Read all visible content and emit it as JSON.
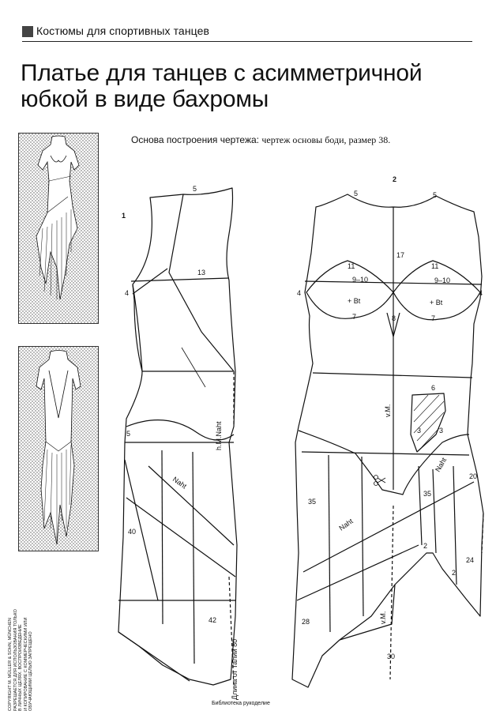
{
  "header": {
    "section": "Костюмы для спортивных танцев"
  },
  "title": {
    "line1": "Платье для танцев с асимметричной",
    "line2": "юбкой в виде бахромы"
  },
  "subtitle": {
    "label": "Основа построения чертежа:",
    "value": "чертеж основы боди, размер 38."
  },
  "drawing1": {
    "number": "1",
    "labels": {
      "shoulder": "5",
      "yoke": "13",
      "side": "4",
      "hip": "5",
      "seam_h": "h.M.Naht",
      "seam": "Naht",
      "len40": "40",
      "len42": "42",
      "waist": "Длина от талии 80"
    }
  },
  "drawing2": {
    "number": "2",
    "labels": {
      "shoulder_l": "5",
      "shoulder_r": "5",
      "center": "17",
      "l11": "11",
      "r11": "11",
      "l910": "9–10",
      "r910": "9–10",
      "lbt": "+ Bt",
      "rbt": "+ Bt",
      "l7": "7",
      "r7": "7",
      "mid8": "8",
      "side_l": "4",
      "side_r": "4",
      "vm1": "v.M.",
      "six": "6",
      "three_a": "3",
      "three_b": "3",
      "seam": "Naht",
      "seam2": "Naht",
      "n35a": "35",
      "n35b": "35",
      "n20": "20",
      "n2a": "2",
      "n2b": "2",
      "n24": "24",
      "n28": "28",
      "vm2": "v.M.",
      "n30": "30"
    }
  },
  "copyright": {
    "line1": "COPYRIGHT M. MÜLLER & SOHN, MÜNCHEN",
    "line2": "РАЗРЕШАЕТСЯ ДЛЯ ИСПОЛЬЗОВАНИЯ ТОЛЬКО",
    "line3": "В ЛИЧНЫХ ЦЕЛЯХ. ВОСПРОИЗВЕДЕНИЕ",
    "line4": "И КОПИРОВАНИЕ С КОММЕРЧЕСКИМИ ИЛИ",
    "line5": "ОБУЧАЮЩИМИ ЦЕЛЬЮ ЗАПРЕЩЕНО"
  },
  "footer": {
    "text": "Библиотека рукоделие"
  }
}
